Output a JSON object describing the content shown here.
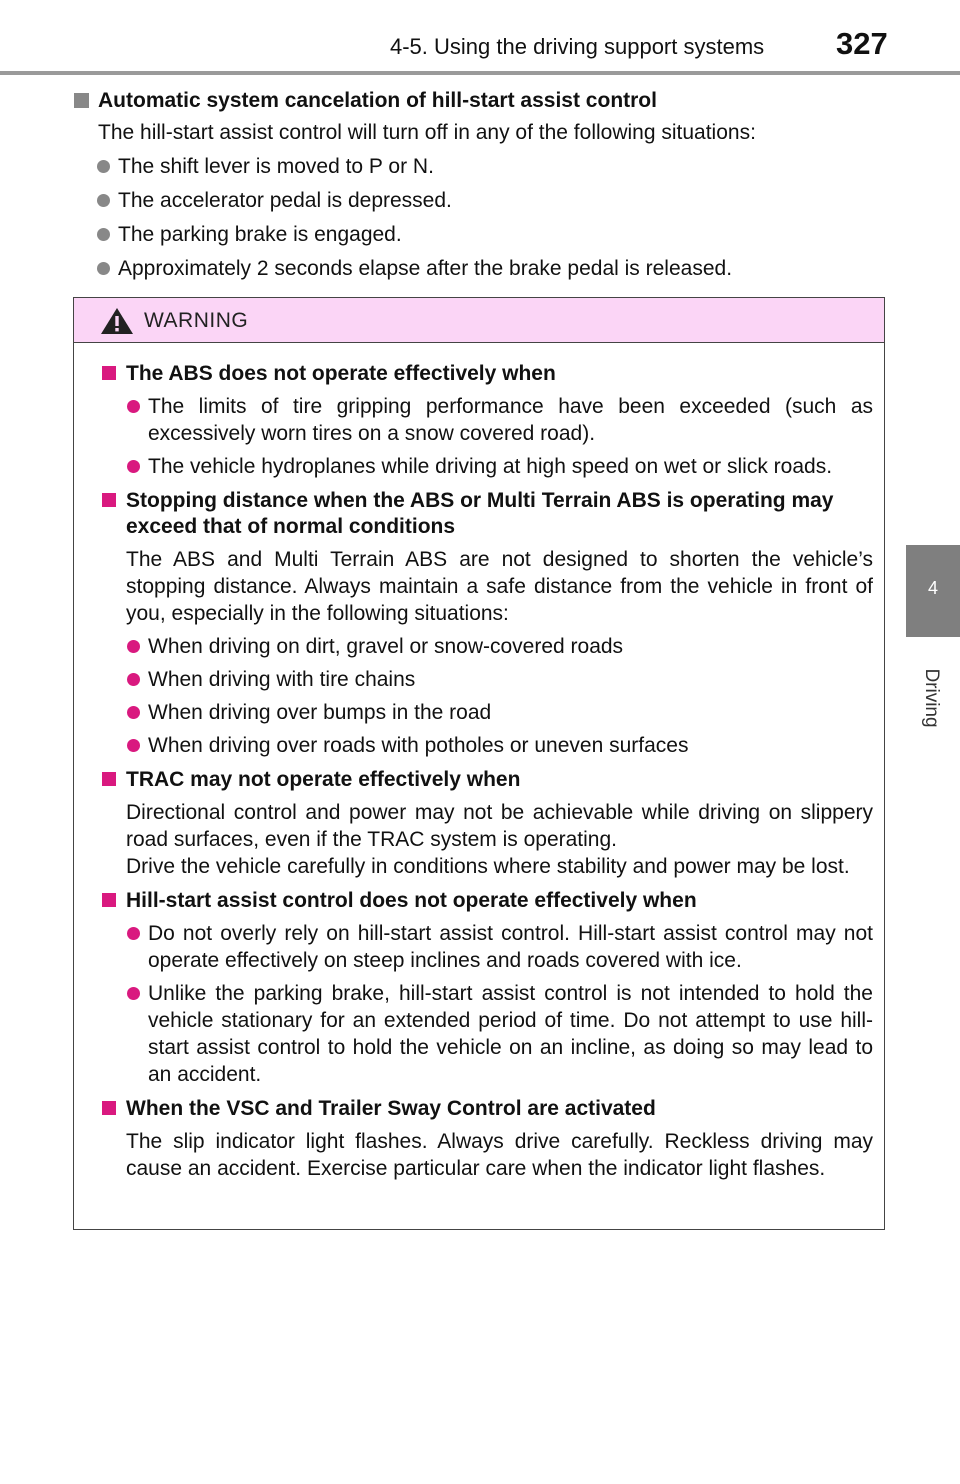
{
  "header": {
    "section_title": "4-5. Using the driving support systems",
    "page_number": "327"
  },
  "side_tab": {
    "number": "4",
    "label": "Driving"
  },
  "intro": {
    "heading": "Automatic system cancelation of hill-start assist control",
    "text": "The hill-start assist control will turn off in any of the following situations:",
    "bullets": [
      "The shift lever is moved to P or N.",
      "The accelerator pedal is depressed.",
      "The parking brake is engaged.",
      "Approximately 2 seconds elapse after the brake pedal is released."
    ]
  },
  "warning": {
    "label": "WARNING",
    "sections": [
      {
        "heading": "The ABS does not operate effectively when",
        "bullets": [
          "The limits of tire gripping performance have been exceeded (such as excessively worn tires on a snow covered road).",
          "The vehicle hydroplanes while driving at high speed on wet or slick roads."
        ]
      },
      {
        "heading": "Stopping distance when the ABS or Multi Terrain ABS is operating may exceed that of normal conditions",
        "text": "The ABS and Multi Terrain ABS are not designed to shorten the vehicle’s stopping distance. Always maintain a safe distance from the vehicle in front of you, especially in the following situations:",
        "bullets": [
          "When driving on dirt, gravel or snow-covered roads",
          "When driving with tire chains",
          "When driving over bumps in the road",
          "When driving over roads with potholes or uneven surfaces"
        ]
      },
      {
        "heading": "TRAC may not operate effectively when",
        "text_lines": [
          "Directional control and power may not be achievable while driving on slippery road surfaces, even if the TRAC system is operating.",
          "Drive the vehicle carefully in conditions where stability and power may be lost."
        ]
      },
      {
        "heading": "Hill-start assist control does not operate effectively when",
        "bullets": [
          "Do not overly rely on hill-start assist control. Hill-start assist control may not operate effectively on steep inclines and roads covered with ice.",
          "Unlike the parking brake, hill-start assist control is not intended to hold the vehicle stationary for an extended period of time. Do not attempt to use hill-start assist control to hold the vehicle on an incline, as doing so may lead to an accident."
        ]
      },
      {
        "heading": "When the VSC and Trailer Sway Control are activated",
        "text": "The slip indicator light flashes. Always drive carefully. Reckless driving may cause an accident. Exercise particular care when the indicator light flashes."
      }
    ]
  },
  "colors": {
    "warning_header_bg": "#fbd5f6",
    "warning_accent": "#d9197f",
    "side_tab_bg": "#7f7f7f",
    "bullet_gray": "#888888"
  },
  "icons": [
    "warning-triangle-icon"
  ]
}
